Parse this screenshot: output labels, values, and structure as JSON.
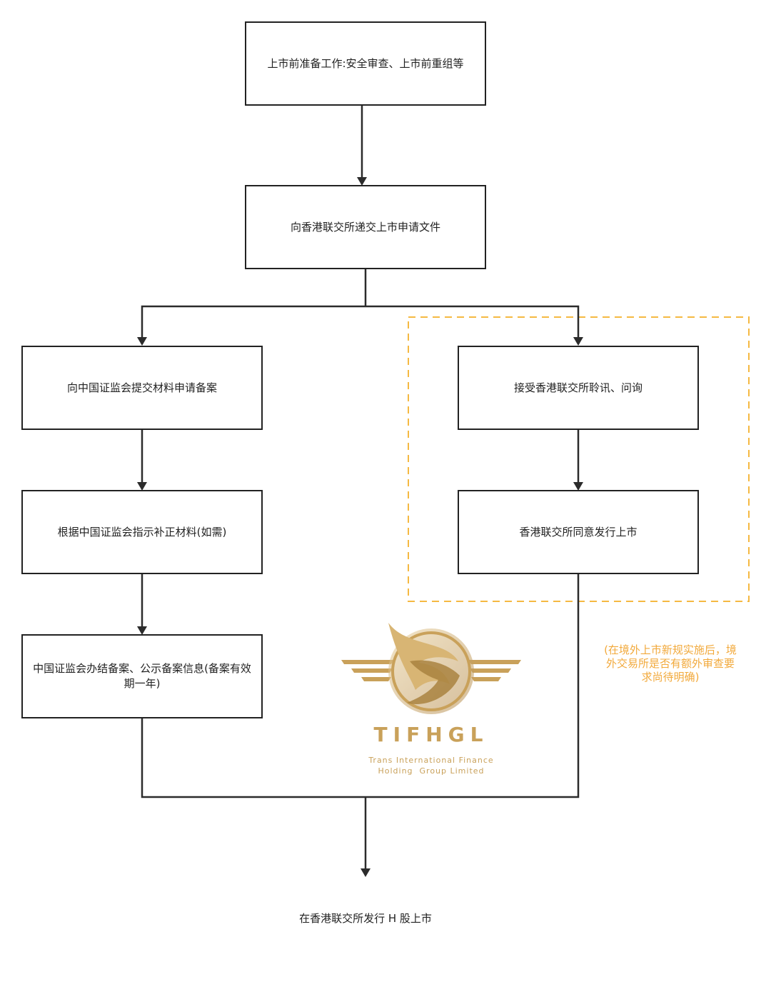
{
  "nodes": {
    "prep": "上市前准备工作:安全审查、上市前重组等",
    "submit": "向香港联交所递交上市申请文件",
    "csrc_file": "向中国证监会提交材料申请备案",
    "csrc_supplement": "根据中国证监会指示补正材料(如需)",
    "csrc_complete": "中国证监会办结备案、公示备案信息(备案有效期一年)",
    "hkex_hearing": "接受香港联交所聆讯、问询",
    "hkex_approve": "香港联交所同意发行上市",
    "final": "在香港联交所发行 H 股上市"
  },
  "note": "(在境外上市新规实施后，境外交易所是否有额外审查要求尚待明确)",
  "logo": {
    "name": "TIFHGL",
    "line1": "Trans International Finance",
    "line2": "Holding  Group Limited"
  },
  "colors": {
    "line": "#2b2b2b",
    "dashed": "#f5b942",
    "note": "#f2a93b",
    "logo_gold": "#c9a15a"
  }
}
